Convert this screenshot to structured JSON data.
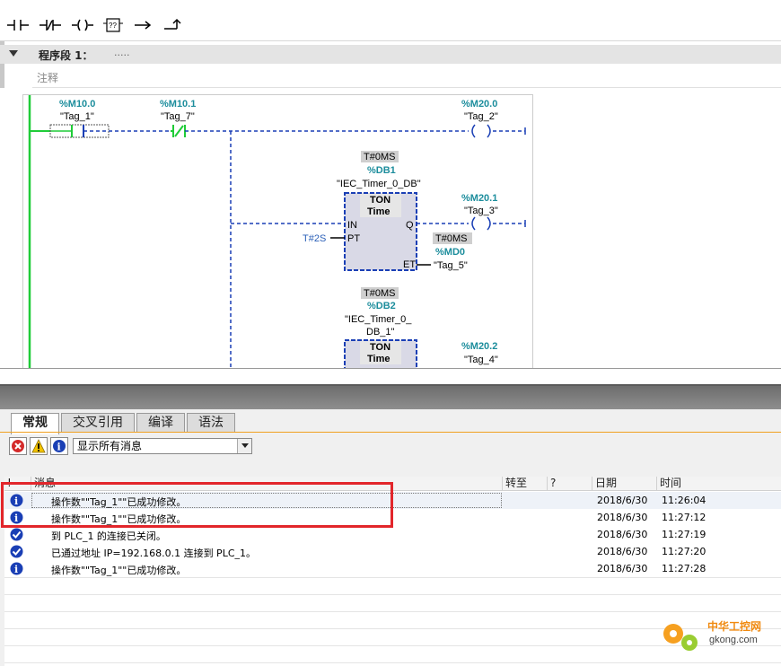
{
  "toolbar": {
    "buttons": [
      "no-contact-icon",
      "nc-contact-icon",
      "coil-icon",
      "empty-box-icon",
      "open-branch-icon",
      "close-branch-icon"
    ]
  },
  "network": {
    "title": "程序段 1：",
    "dots": ".....",
    "comment": "注释"
  },
  "ladder": {
    "contact1": {
      "operand": "%M10.0",
      "tag": "\"Tag_1\""
    },
    "contact2": {
      "operand": "%M10.1",
      "tag": "\"Tag_7\""
    },
    "coil1": {
      "operand": "%M20.0",
      "tag": "\"Tag_2\""
    },
    "timer1": {
      "et_value": "T#0MS",
      "db": "%DB1",
      "db_name": "\"IEC_Timer_0_DB\"",
      "type": "TON",
      "subtype": "Time",
      "in": "IN",
      "q": "Q",
      "pt": "PT",
      "et": "ET",
      "pt_value": "T#2S",
      "et_out_value": "T#0MS",
      "et_out_addr": "%MD0",
      "et_out_tag": "\"Tag_5\""
    },
    "coil2": {
      "operand": "%M20.1",
      "tag": "\"Tag_3\""
    },
    "timer2": {
      "et_value": "T#0MS",
      "db": "%DB2",
      "db_name_1": "\"IEC_Timer_0_",
      "db_name_2": "DB_1\"",
      "type": "TON",
      "subtype": "Time"
    },
    "coil3": {
      "operand": "%M20.2",
      "tag": "\"Tag_4\""
    }
  },
  "inspector": {
    "tabs": [
      "常规",
      "交叉引用",
      "编译",
      "语法"
    ],
    "active_tab": "常规",
    "filter_value": "显示所有消息",
    "columns": {
      "icon": "!",
      "message": "消息",
      "goto": "转至",
      "q": "?",
      "date": "日期",
      "time": "时间"
    },
    "rows": [
      {
        "icon": "info",
        "message": "操作数\"\"Tag_1\"\"已成功修改。",
        "date": "2018/6/30",
        "time": "11:26:04"
      },
      {
        "icon": "info",
        "message": "操作数\"\"Tag_1\"\"已成功修改。",
        "date": "2018/6/30",
        "time": "11:27:12"
      },
      {
        "icon": "check",
        "message": "到 PLC_1 的连接已关闭。",
        "date": "2018/6/30",
        "time": "11:27:19"
      },
      {
        "icon": "check",
        "message": "已通过地址 IP=192.168.0.1 连接到 PLC_1。",
        "date": "2018/6/30",
        "time": "11:27:20"
      },
      {
        "icon": "info",
        "message": "操作数\"\"Tag_1\"\"已成功修改。",
        "date": "2018/6/30",
        "time": "11:27:28"
      }
    ]
  },
  "watermark": {
    "name": "中华工控网",
    "url": "gkong.com"
  }
}
